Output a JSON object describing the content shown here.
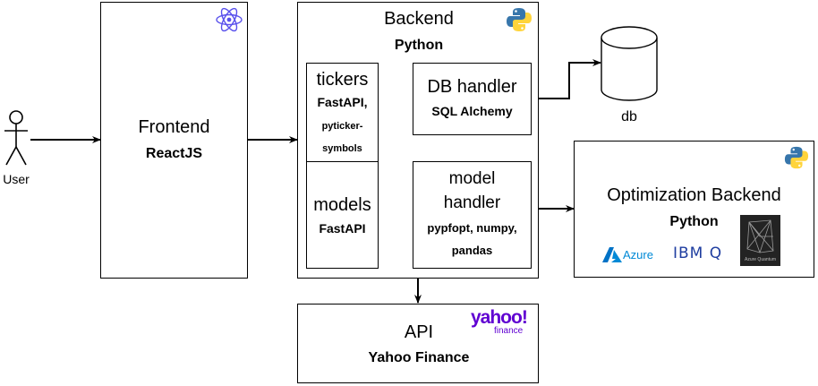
{
  "user": {
    "label": "User"
  },
  "frontend": {
    "title": "Frontend",
    "tech": "ReactJS",
    "icon": "react-icon"
  },
  "backend": {
    "title": "Backend",
    "tech": "Python",
    "icon": "python-icon",
    "tickers": {
      "title": "tickers",
      "tech_line1": "FastAPI,",
      "tech_line2": "pyticker-",
      "tech_line3": "symbols"
    },
    "models": {
      "title": "models",
      "tech": "FastAPI"
    },
    "db_handler": {
      "title": "DB handler",
      "tech": "SQL Alchemy"
    },
    "model_handler": {
      "title_line1": "model",
      "title_line2": "handler",
      "tech_line1": "pypfopt, numpy,",
      "tech_line2": "pandas"
    }
  },
  "db": {
    "label": "db"
  },
  "optimization": {
    "title": "Optimization Backend",
    "tech": "Python",
    "icon": "python-icon",
    "logos": {
      "azure": "Azure",
      "ibm": "IBM Q",
      "azure_quantum": "Azure Quantum"
    }
  },
  "api": {
    "title": "API",
    "tech": "Yahoo Finance",
    "logo_main": "yahoo!",
    "logo_sub": "finance"
  }
}
